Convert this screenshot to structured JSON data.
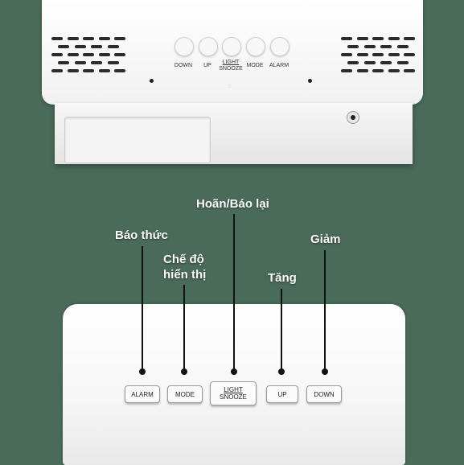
{
  "rear_panel": {
    "buttons": [
      {
        "line1": "DOWN",
        "line2": ""
      },
      {
        "line1": "UP",
        "line2": ""
      },
      {
        "line1": "LIGHT",
        "line2": "SNOOZE"
      },
      {
        "line1": "MODE",
        "line2": ""
      },
      {
        "line1": "ALARM",
        "line2": ""
      }
    ]
  },
  "front_panel": {
    "buttons": [
      {
        "line1": "ALARM",
        "line2": ""
      },
      {
        "line1": "MODE",
        "line2": ""
      },
      {
        "line1": "LIGHT",
        "line2": "SNOOZE"
      },
      {
        "line1": "UP",
        "line2": ""
      },
      {
        "line1": "DOWN",
        "line2": ""
      }
    ]
  },
  "callouts": {
    "alarm": "Báo thức",
    "mode_line1": "Chế độ",
    "mode_line2": "hiển thị",
    "snooze": "Hoãn/Báo lại",
    "up": "Tăng",
    "down": "Giảm"
  },
  "colors": {
    "background": "#4a6b5a",
    "device": "#ffffff",
    "callout_text": "#ffffff",
    "callout_line": "#111111"
  }
}
